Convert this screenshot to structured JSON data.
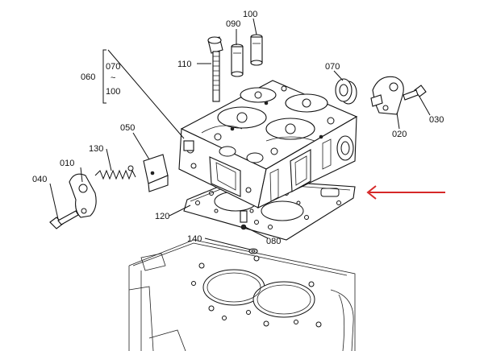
{
  "diagram": {
    "labels": {
      "p010": "010",
      "p020": "020",
      "p030": "030",
      "p040": "040",
      "p050": "050",
      "p060": "060",
      "p070_top": "070",
      "p070_bracket": "070",
      "p080": "080",
      "p090": "090",
      "p100_top": "100",
      "p100_bracket": "100",
      "p110": "110",
      "p120": "120",
      "p130": "130",
      "p140": "140"
    },
    "colors": {
      "line": "#111111",
      "arrow": "#d62828",
      "background": "#ffffff"
    }
  }
}
